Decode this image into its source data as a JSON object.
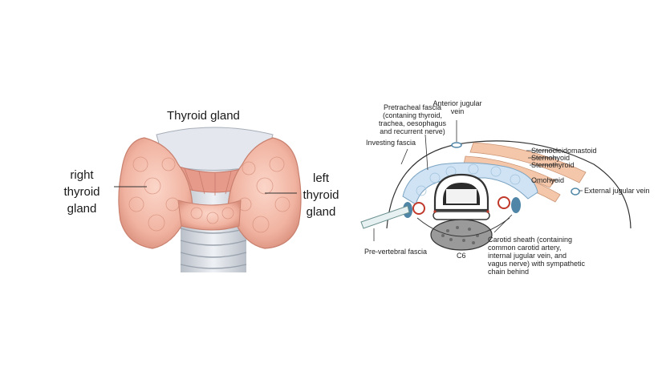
{
  "left": {
    "title": "Thyroid gland",
    "right_label": [
      "right",
      "thyroid",
      "gland"
    ],
    "left_label": [
      "left",
      "thyroid",
      "gland"
    ]
  },
  "right": {
    "pretracheal": [
      "Pretracheal fascia",
      "(contaning thyroid,",
      "trachea, oesophagus",
      "and recurrent nerve)"
    ],
    "anterior_jugular": [
      "Anterior jugular",
      "vein"
    ],
    "investing": "Investing fascia",
    "sternocleidomastoid": "Sternocleidomastoid",
    "sternohyoid": "Sternohyoid",
    "sternothyroid": "Sternothyroid",
    "omohyoid": "Omohyoid",
    "external_jugular": "External jugular vein",
    "c6": "C6",
    "prevertebral": "Pre-vertebral fascia",
    "carotid": [
      "Carotid sheath (containing",
      "common carotid artery,",
      "internal jugular vein, and",
      "vagus nerve) with sympathetic",
      "chain behind"
    ]
  },
  "colors": {
    "gland": "#f3b9a8",
    "gland_dark": "#d98f7c",
    "cartilage": "#d8dde4",
    "thyroid_blue": "#cfe3f4",
    "muscle": "#f5c7aa",
    "vessel": "#4f86a7"
  }
}
